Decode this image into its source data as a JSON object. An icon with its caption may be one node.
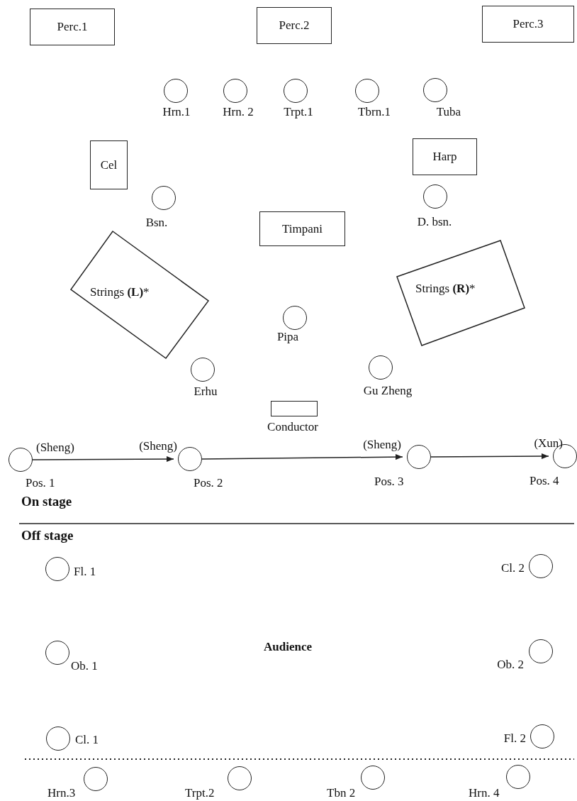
{
  "diagram": {
    "nodes": [
      {
        "text": [
          "Perc.1"
        ]
      },
      {
        "text": [
          "Perc.2"
        ]
      },
      {
        "text": [
          "Perc.3"
        ]
      },
      {
        "text": [],
        "shape": "circle",
        "beside": [
          "Hrn.1"
        ]
      },
      {
        "text": [],
        "shape": "circle",
        "beside": [
          "Hrn. 2"
        ]
      },
      {
        "text": [],
        "shape": "circle",
        "beside": [
          "Trpt.1"
        ]
      },
      {
        "text": [],
        "shape": "circle",
        "beside": [
          "Tbrn.1"
        ]
      },
      {
        "text": [],
        "shape": "circle",
        "beside": [
          "Tuba"
        ]
      },
      {
        "text": [
          "Cel"
        ]
      },
      {
        "text": [
          "Harp"
        ]
      },
      {
        "text": [],
        "shape": "circle",
        "beside": [
          "Bsn."
        ]
      },
      {
        "text": [],
        "shape": "circle",
        "beside": [
          "D. bsn."
        ]
      },
      {
        "text": [
          "Timpani"
        ]
      },
      {
        "text": [
          "Strings **(L)***"
        ]
      },
      {
        "text": [
          "Strings **(R)***"
        ]
      },
      {
        "text": [],
        "shape": "circle",
        "beside": [
          "Pipa"
        ]
      },
      {
        "text": [],
        "shape": "circle",
        "beside": [
          "Erhu"
        ]
      },
      {
        "text": [],
        "shape": "circle",
        "beside": [
          "Gu Zheng"
        ]
      },
      {
        "text": [],
        "shape": "box",
        "beside": [
          "Conductor"
        ]
      },
      {
        "text": [],
        "shape": "circle",
        "beside": [
          "(Sheng)",
          "Pos. 1"
        ]
      },
      {
        "text": [],
        "shape": "circle",
        "beside": [
          "(Sheng)",
          "Pos. 2"
        ]
      },
      {
        "text": [],
        "shape": "circle",
        "beside": [
          "(Sheng)",
          "Pos. 3"
        ]
      },
      {
        "text": [],
        "shape": "circle",
        "beside": [
          "(Xun)",
          "Pos. 4"
        ]
      },
      {
        "text": [],
        "shape": "circle",
        "beside": [
          "Fl. 1"
        ]
      },
      {
        "text": [],
        "shape": "circle",
        "beside": [
          "Cl. 2"
        ]
      },
      {
        "text": [],
        "shape": "circle",
        "beside": [
          "Ob. 1"
        ]
      },
      {
        "text": [],
        "shape": "circle",
        "beside": [
          "Ob. 2"
        ]
      },
      {
        "text": [],
        "shape": "circle",
        "beside": [
          "Cl. 1"
        ]
      },
      {
        "text": [],
        "shape": "circle",
        "beside": [
          "Fl. 2"
        ]
      },
      {
        "text": [],
        "shape": "circle",
        "beside": [
          "Hrn.3"
        ]
      },
      {
        "text": [],
        "shape": "circle",
        "beside": [
          "Trpt.2"
        ]
      },
      {
        "text": [],
        "shape": "circle",
        "beside": [
          "Tbn 2"
        ]
      },
      {
        "text": [],
        "shape": "circle",
        "beside": [
          "Hrn. 4"
        ]
      }
    ],
    "edges": [
      {
        "from": 19,
        "to": 20,
        "arrow": "to"
      },
      {
        "from": 20,
        "to": 21,
        "arrow": "to"
      },
      {
        "from": 21,
        "to": 22,
        "arrow": "to"
      }
    ],
    "labels": [
      "On stage",
      "Off stage",
      "Audience"
    ]
  }
}
